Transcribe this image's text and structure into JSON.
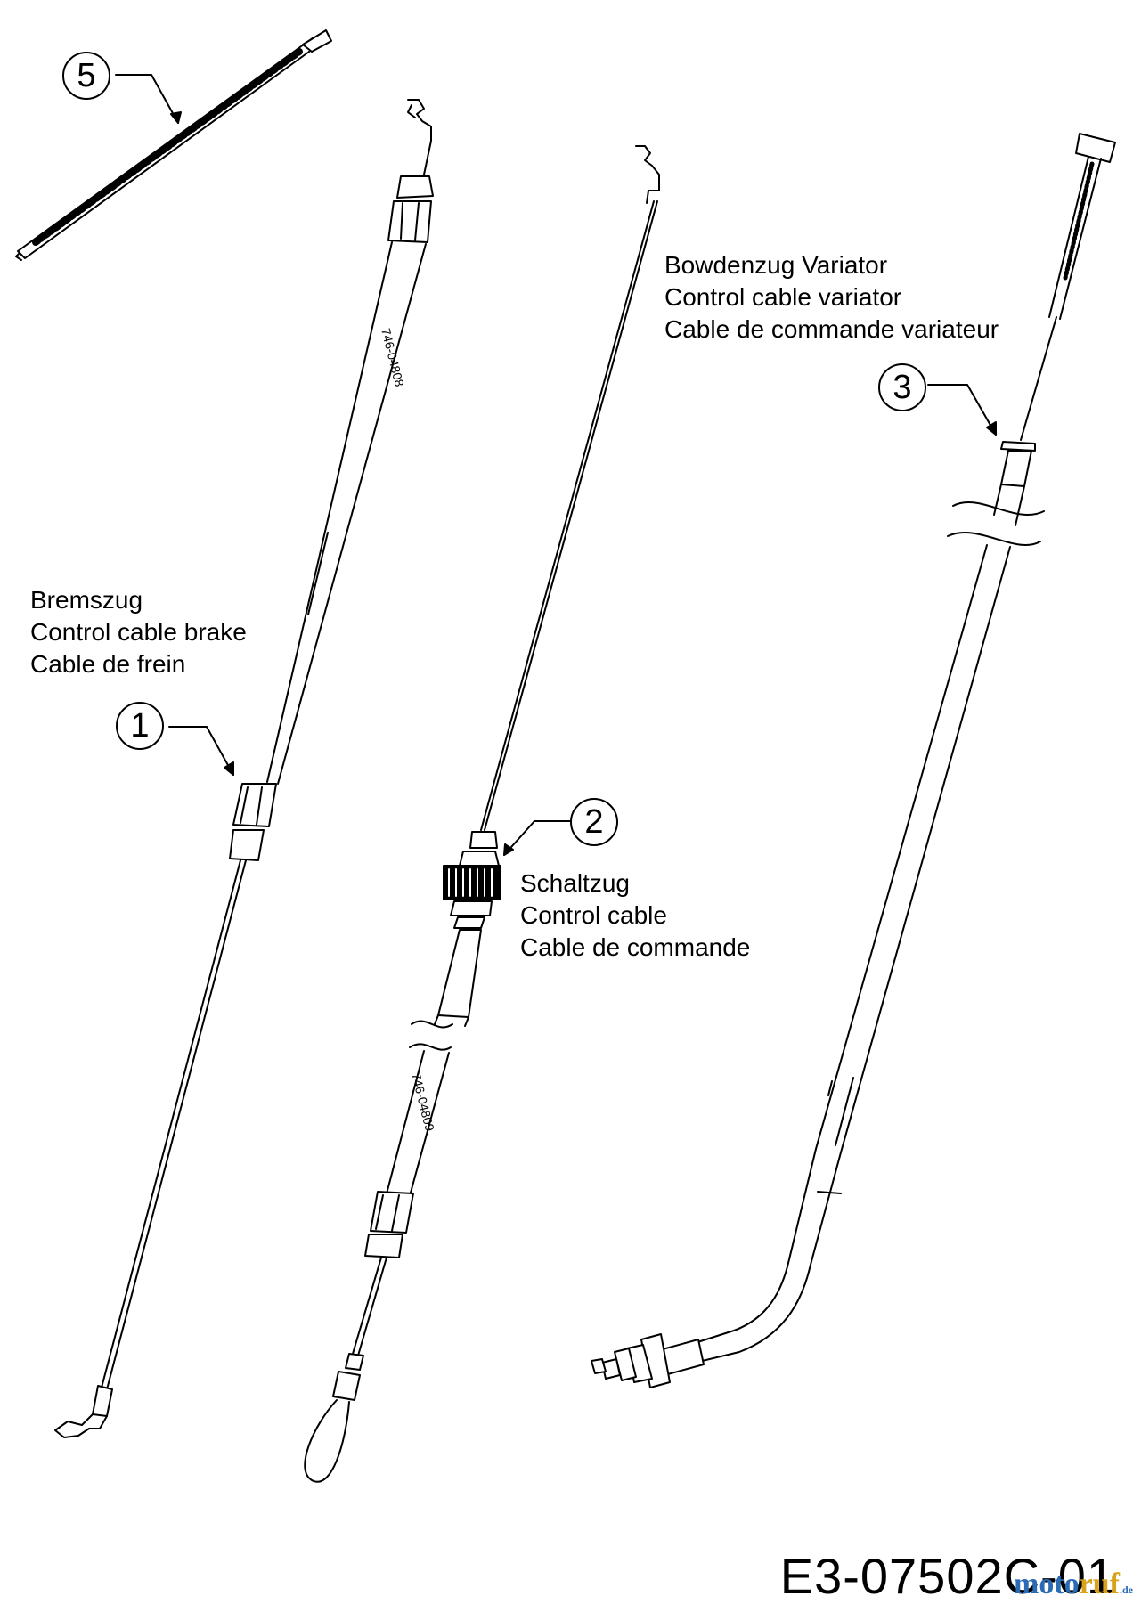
{
  "callouts": {
    "c1": "1",
    "c2": "2",
    "c3": "3",
    "c5": "5"
  },
  "labels": {
    "brake": [
      "Bremszug",
      "Control cable brake",
      "Cable de frein"
    ],
    "shift": [
      "Schaltzug",
      "Control cable",
      "Cable de commande"
    ],
    "variator": [
      "Bowdenzug Variator",
      "Control cable variator",
      "Cable de commande variateur"
    ]
  },
  "part_numbers": {
    "brake_cable": "746-04808",
    "shift_cable": "746-04809"
  },
  "drawing_code": "E3-07502C-01",
  "watermark": {
    "part_a": "moto",
    "part_b": "ruf",
    "part_c": ".de"
  }
}
